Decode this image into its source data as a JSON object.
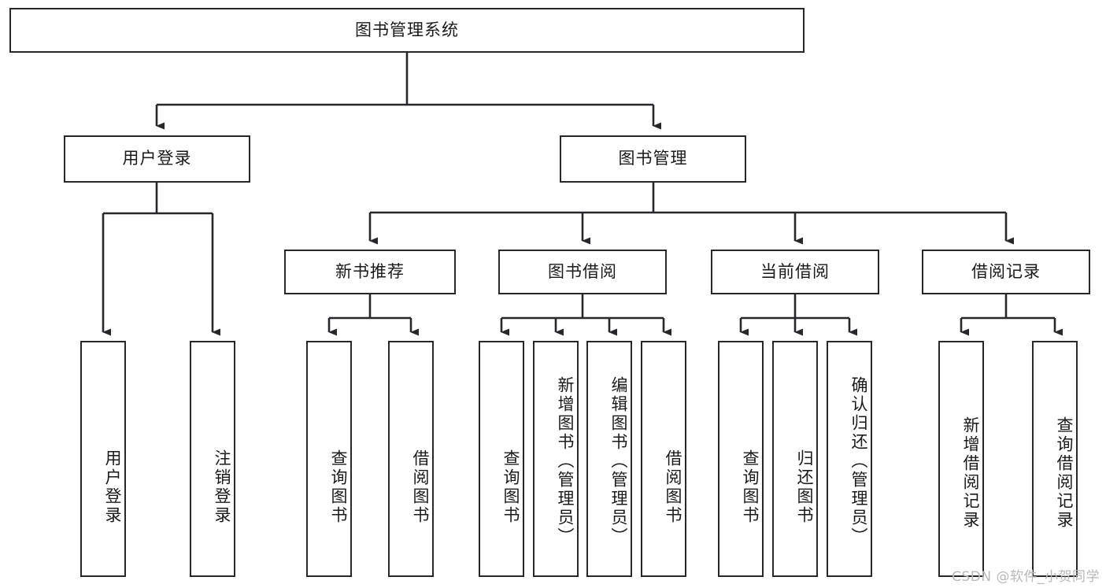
{
  "diagram": {
    "type": "tree-hierarchy",
    "title": "图书管理系统",
    "root": {
      "id": "root",
      "label": "图书管理系统"
    },
    "level2": [
      {
        "id": "user-login",
        "label": "用户登录"
      },
      {
        "id": "book-manage",
        "label": "图书管理"
      }
    ],
    "level3": [
      {
        "id": "new-book-rec",
        "label": "新书推荐",
        "parent": "book-manage"
      },
      {
        "id": "book-borrow",
        "label": "图书借阅",
        "parent": "book-manage"
      },
      {
        "id": "current-borrow",
        "label": "当前借阅",
        "parent": "book-manage"
      },
      {
        "id": "borrow-record",
        "label": "借阅记录",
        "parent": "book-manage"
      }
    ],
    "leaves": [
      {
        "id": "leaf-user-login",
        "label": "用户登录",
        "parent": "user-login"
      },
      {
        "id": "leaf-logout",
        "label": "注销登录",
        "parent": "user-login"
      },
      {
        "id": "leaf-query-book-1",
        "label": "查询图书",
        "parent": "new-book-rec"
      },
      {
        "id": "leaf-borrow-book-1",
        "label": "借阅图书",
        "parent": "new-book-rec"
      },
      {
        "id": "leaf-query-book-2",
        "label": "查询图书",
        "parent": "book-borrow"
      },
      {
        "id": "leaf-add-book",
        "label": "新增图书（管理员）",
        "parent": "book-borrow"
      },
      {
        "id": "leaf-edit-book",
        "label": "编辑图书（管理员）",
        "parent": "book-borrow"
      },
      {
        "id": "leaf-borrow-book-2",
        "label": "借阅图书",
        "parent": "book-borrow"
      },
      {
        "id": "leaf-query-book-3",
        "label": "查询图书",
        "parent": "current-borrow"
      },
      {
        "id": "leaf-return-book",
        "label": "归还图书",
        "parent": "current-borrow"
      },
      {
        "id": "leaf-confirm-return",
        "label": "确认归还（管理员）",
        "parent": "current-borrow"
      },
      {
        "id": "leaf-add-record",
        "label": "新增借阅记录",
        "parent": "borrow-record"
      },
      {
        "id": "leaf-query-record",
        "label": "查询借阅记录",
        "parent": "borrow-record"
      }
    ]
  },
  "watermark": {
    "text": "CSDN @软件_小贺同学"
  },
  "colors": {
    "box_border": "#26282b",
    "box_fill": "#ffffff",
    "connector": "#26282b",
    "text": "#1a1a1a",
    "watermark": "#b9b9b9",
    "background": "#ffffff"
  }
}
